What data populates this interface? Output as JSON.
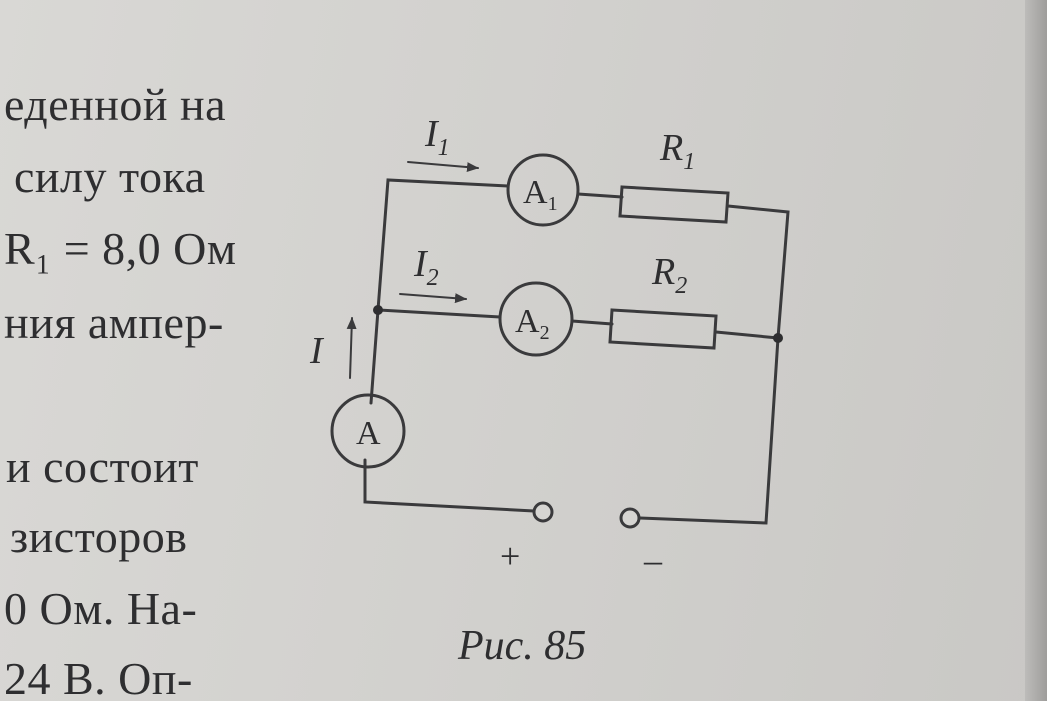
{
  "text_lines": [
    "еденной на",
    "силу тока",
    "R₁ = 8,0 Ом",
    "ния ампер-",
    "и состоит",
    "зисторов",
    "0 Ом. На-",
    "24 В. Оп-"
  ],
  "circuit": {
    "current_total": "I",
    "current_1": {
      "main": "I",
      "sub": "1"
    },
    "current_2": {
      "main": "I",
      "sub": "2"
    },
    "resistor_1": {
      "main": "R",
      "sub": "1"
    },
    "resistor_2": {
      "main": "R",
      "sub": "2"
    },
    "ammeter_main": "A",
    "ammeter_1": {
      "main": "A",
      "sub": "1"
    },
    "ammeter_2": {
      "main": "A",
      "sub": "2"
    },
    "terminal_plus": "+",
    "terminal_minus": "–"
  },
  "caption": "Рис. 85"
}
